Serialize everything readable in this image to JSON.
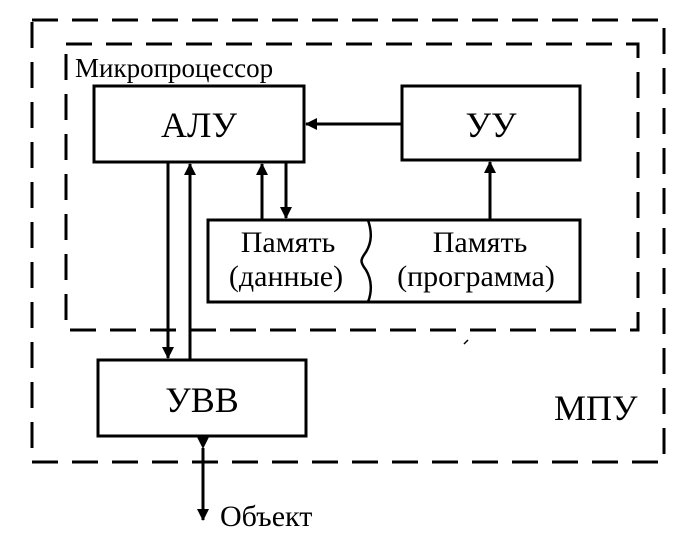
{
  "diagram": {
    "outer_label": "МПУ",
    "inner_label": "Микропроцессор",
    "blocks": {
      "alu": "АЛУ",
      "uu": "УУ",
      "uvv": "УВВ"
    },
    "memory": {
      "data_line1": "Память",
      "data_line2": "(данные)",
      "prog_line1": "Память",
      "prog_line2": "(программа)"
    },
    "external_label": "Объект"
  }
}
